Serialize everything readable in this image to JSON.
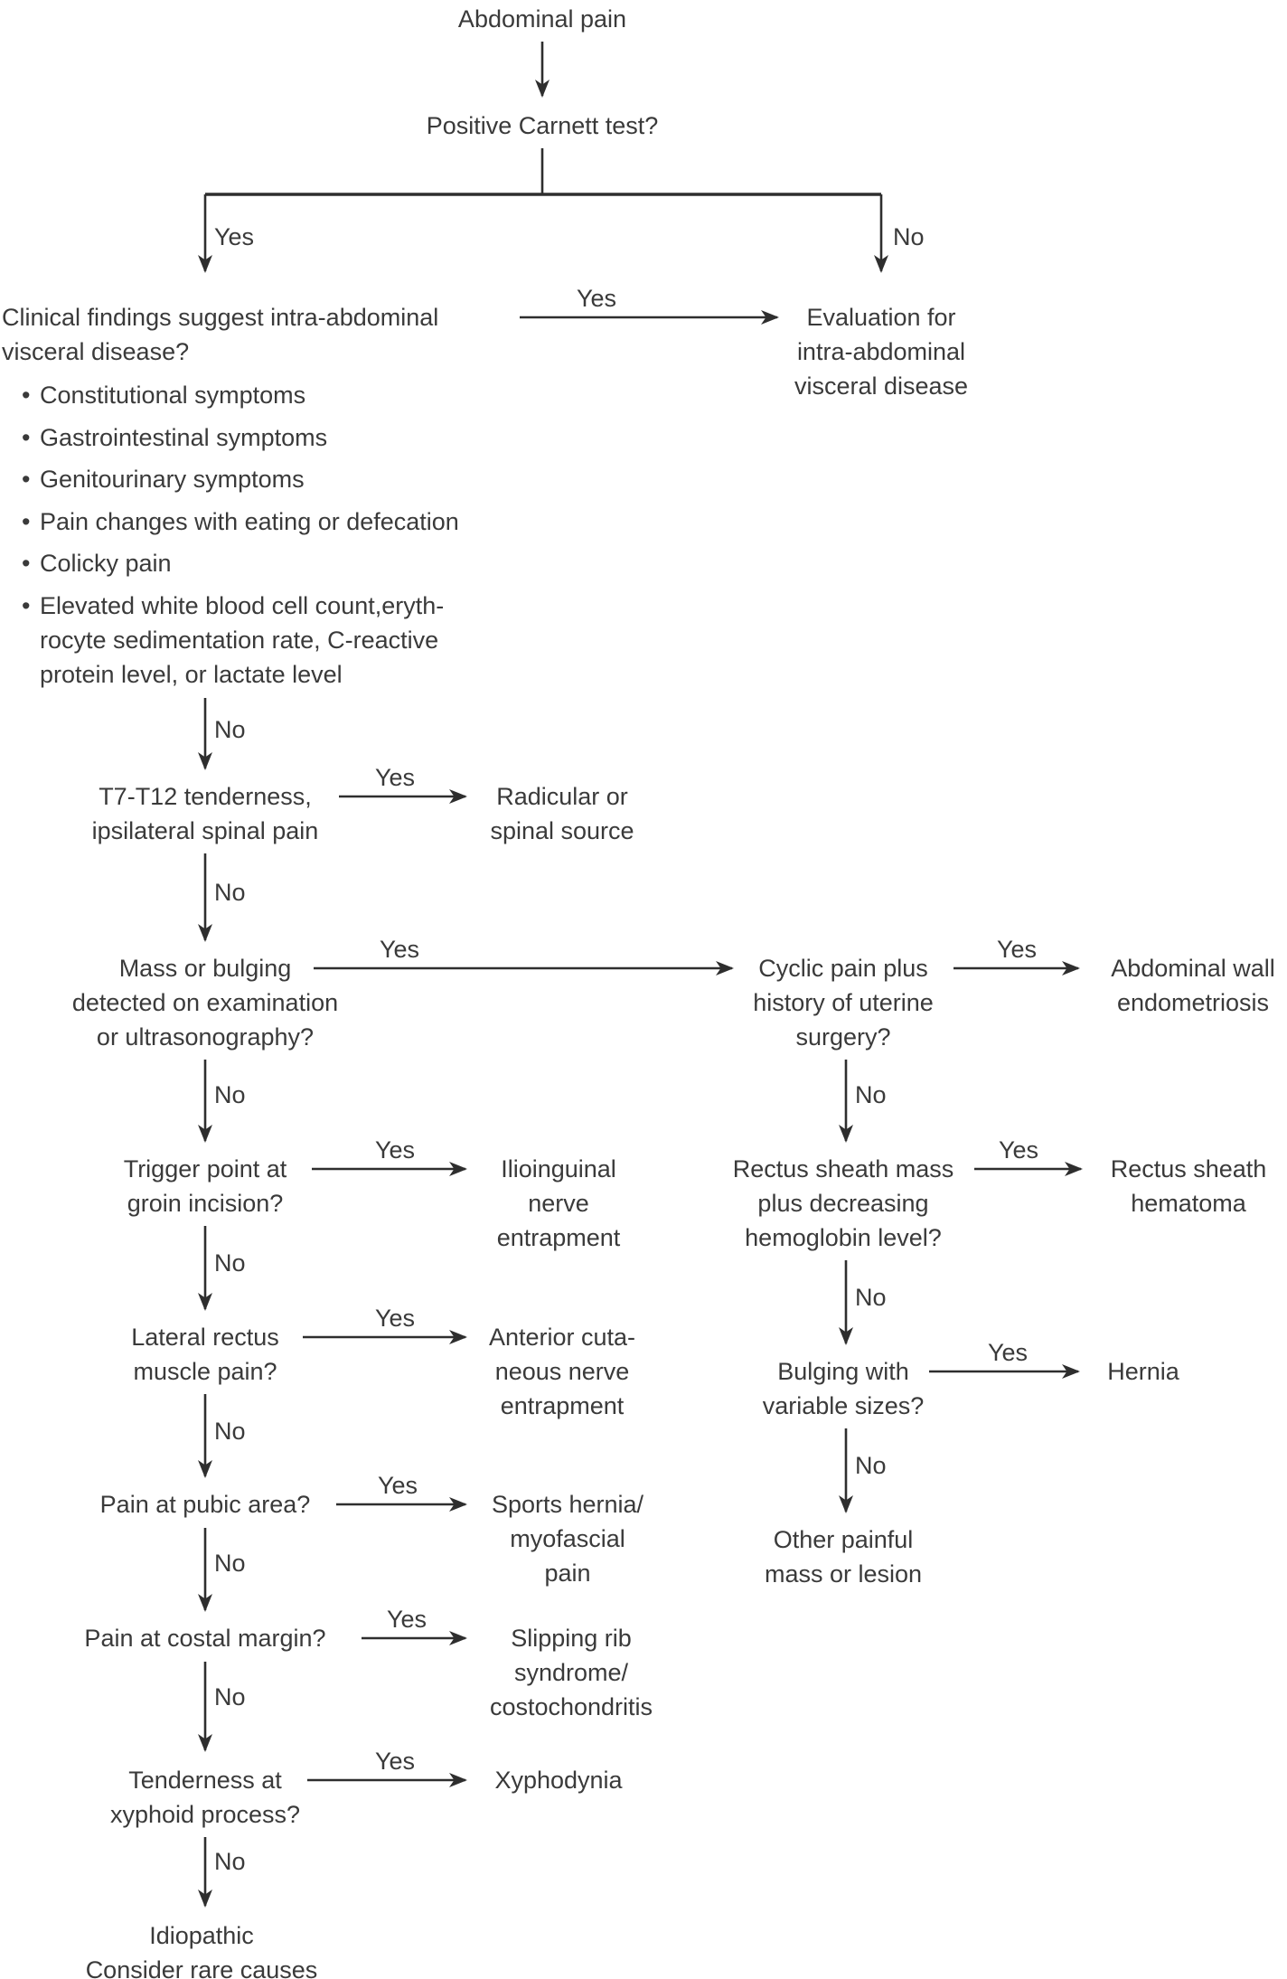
{
  "diagram_type": "flowchart",
  "edge_labels": {
    "yes": "Yes",
    "no": "No"
  },
  "bullet_glyph": "•",
  "colors": {
    "text": "#3a3a3a",
    "line": "#2e2e2e",
    "background": "#ffffff"
  },
  "nodes": {
    "abdominal_pain": {
      "lines": [
        "Abdominal pain"
      ]
    },
    "carnett": {
      "lines": [
        "Positive Carnett test?"
      ]
    },
    "clinical": {
      "lines": [
        "Clinical findings suggest intra-abdominal",
        "visceral disease?"
      ],
      "bullets": [
        {
          "lines": [
            "Constitutional symptoms"
          ]
        },
        {
          "lines": [
            "Gastrointestinal symptoms"
          ]
        },
        {
          "lines": [
            "Genitourinary symptoms"
          ]
        },
        {
          "lines": [
            "Pain changes with eating or defecation"
          ]
        },
        {
          "lines": [
            "Colicky pain"
          ]
        },
        {
          "lines": [
            "Elevated white blood cell count,eryth-",
            "rocyte sedimentation rate, C-reactive",
            "protein level, or lactate level"
          ]
        }
      ]
    },
    "evaluation": {
      "lines": [
        "Evaluation for",
        "intra-abdominal",
        "visceral disease"
      ]
    },
    "t7": {
      "lines": [
        "T7-T12 tenderness,",
        "ipsilateral spinal pain"
      ]
    },
    "radicular": {
      "lines": [
        "Radicular or",
        "spinal source"
      ]
    },
    "mass": {
      "lines": [
        "Mass or bulging",
        "detected on examination",
        "or ultrasonography?"
      ]
    },
    "cyclic": {
      "lines": [
        "Cyclic pain plus",
        "history of uterine",
        "surgery?"
      ]
    },
    "endometriosis": {
      "lines": [
        "Abdominal wall",
        "endometriosis"
      ]
    },
    "trigger": {
      "lines": [
        "Trigger point at",
        "groin incision?"
      ]
    },
    "ilioinguinal": {
      "lines": [
        "Ilioinguinal",
        "nerve",
        "entrapment"
      ]
    },
    "rectus": {
      "lines": [
        "Rectus sheath mass",
        "plus decreasing",
        "hemoglobin level?"
      ]
    },
    "hematoma": {
      "lines": [
        "Rectus sheath",
        "hematoma"
      ]
    },
    "lateral": {
      "lines": [
        "Lateral rectus",
        "muscle pain?"
      ]
    },
    "anterior": {
      "lines": [
        "Anterior cuta-",
        "neous nerve",
        "entrapment"
      ]
    },
    "bulging": {
      "lines": [
        "Bulging with",
        "variable sizes?"
      ]
    },
    "hernia": {
      "lines": [
        "Hernia"
      ]
    },
    "pubic": {
      "lines": [
        "Pain at pubic area?"
      ]
    },
    "sports": {
      "lines": [
        "Sports hernia/",
        "myofascial",
        "pain"
      ]
    },
    "other": {
      "lines": [
        "Other painful",
        "mass or lesion"
      ]
    },
    "costal": {
      "lines": [
        "Pain at costal margin?"
      ]
    },
    "slipping": {
      "lines": [
        "Slipping rib",
        "syndrome/",
        "costochondritis"
      ]
    },
    "tenderness": {
      "lines": [
        "Tenderness at",
        "xyphoid process?"
      ]
    },
    "xyphodynia": {
      "lines": [
        "Xyphodynia"
      ]
    },
    "idiopathic": {
      "lines": [
        "Idiopathic",
        "Consider rare causes"
      ]
    }
  }
}
